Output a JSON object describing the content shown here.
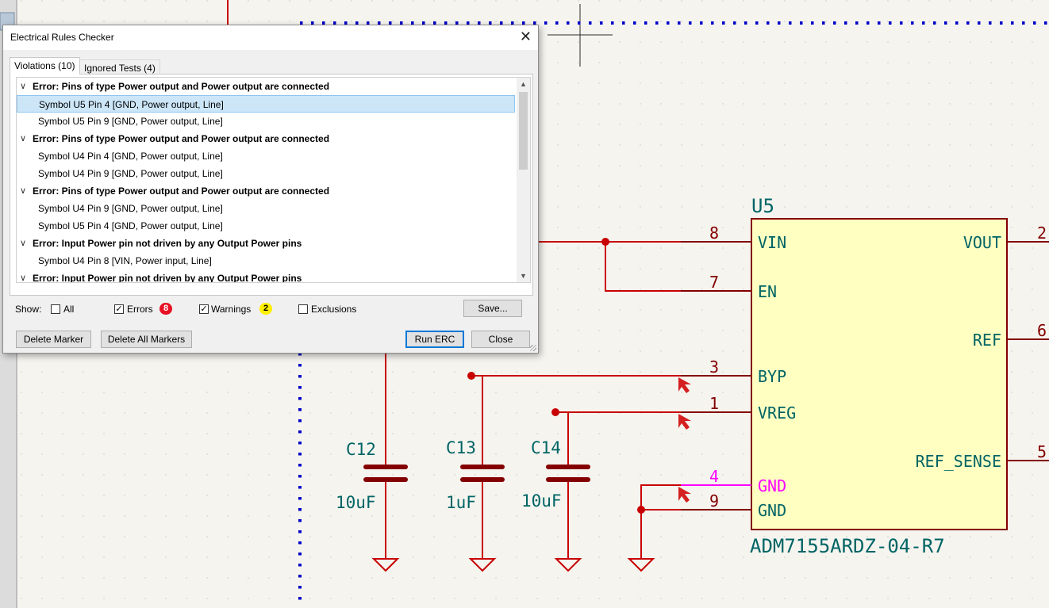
{
  "dialog": {
    "title": "Electrical Rules Checker",
    "close_glyph": "✕",
    "tabs": [
      {
        "label": "Violations (10)",
        "active": true
      },
      {
        "label": "Ignored Tests (4)",
        "active": false
      }
    ],
    "violations": [
      {
        "kind": "error",
        "text": "Error: Pins of type Power output and Power output are connected"
      },
      {
        "kind": "item",
        "text": "Symbol U5 Pin 4 [GND, Power output, Line]",
        "selected": true
      },
      {
        "kind": "item",
        "text": "Symbol U5 Pin 9 [GND, Power output, Line]"
      },
      {
        "kind": "error",
        "text": "Error: Pins of type Power output and Power output are connected"
      },
      {
        "kind": "item",
        "text": "Symbol U4 Pin 4 [GND, Power output, Line]"
      },
      {
        "kind": "item",
        "text": "Symbol U4 Pin 9 [GND, Power output, Line]"
      },
      {
        "kind": "error",
        "text": "Error: Pins of type Power output and Power output are connected"
      },
      {
        "kind": "item",
        "text": "Symbol U4 Pin 9 [GND, Power output, Line]"
      },
      {
        "kind": "item",
        "text": "Symbol U5 Pin 4 [GND, Power output, Line]"
      },
      {
        "kind": "error",
        "text": "Error: Input Power pin not driven by any Output Power pins"
      },
      {
        "kind": "item",
        "text": "Symbol U4 Pin 8 [VIN, Power input, Line]"
      },
      {
        "kind": "error",
        "text": "Error: Input Power pin not driven by any Output Power pins"
      }
    ],
    "show_label": "Show:",
    "filters": {
      "all": {
        "label": "All",
        "checked": false
      },
      "errors": {
        "label": "Errors",
        "checked": true,
        "count": "8"
      },
      "warnings": {
        "label": "Warnings",
        "checked": true,
        "count": "2"
      },
      "exclusions": {
        "label": "Exclusions",
        "checked": false
      }
    },
    "buttons": {
      "save": "Save...",
      "delete_marker": "Delete Marker",
      "delete_all": "Delete All Markers",
      "run": "Run ERC",
      "close": "Close"
    },
    "colors": {
      "error_badge": "#e81123",
      "warning_badge": "#ffef00",
      "selection": "#cce6f8"
    }
  },
  "schematic": {
    "symbol": {
      "ref": "U5",
      "value": "ADM7155ARDZ-04-R7"
    },
    "pins_left": [
      {
        "num": "8",
        "name": "VIN"
      },
      {
        "num": "7",
        "name": "EN"
      },
      {
        "num": "3",
        "name": "BYP"
      },
      {
        "num": "1",
        "name": "VREG"
      },
      {
        "num": "4",
        "name": "GND"
      },
      {
        "num": "9",
        "name": "GND"
      }
    ],
    "pins_right": [
      {
        "num": "2",
        "name": "VOUT"
      },
      {
        "num": "6",
        "name": "REF"
      },
      {
        "num": "5",
        "name": "REF_SENSE"
      }
    ],
    "capacitors": [
      {
        "ref": "C12",
        "value": "10uF"
      },
      {
        "ref": "C13",
        "value": "1uF"
      },
      {
        "ref": "C14",
        "value": "10uF"
      }
    ],
    "colors": {
      "wire": "#c80000",
      "pin": "#840000",
      "body": "#ffffc2",
      "text": "#006464",
      "highlight": "#ff00ff",
      "sheet_dots": "#0000c8"
    }
  }
}
